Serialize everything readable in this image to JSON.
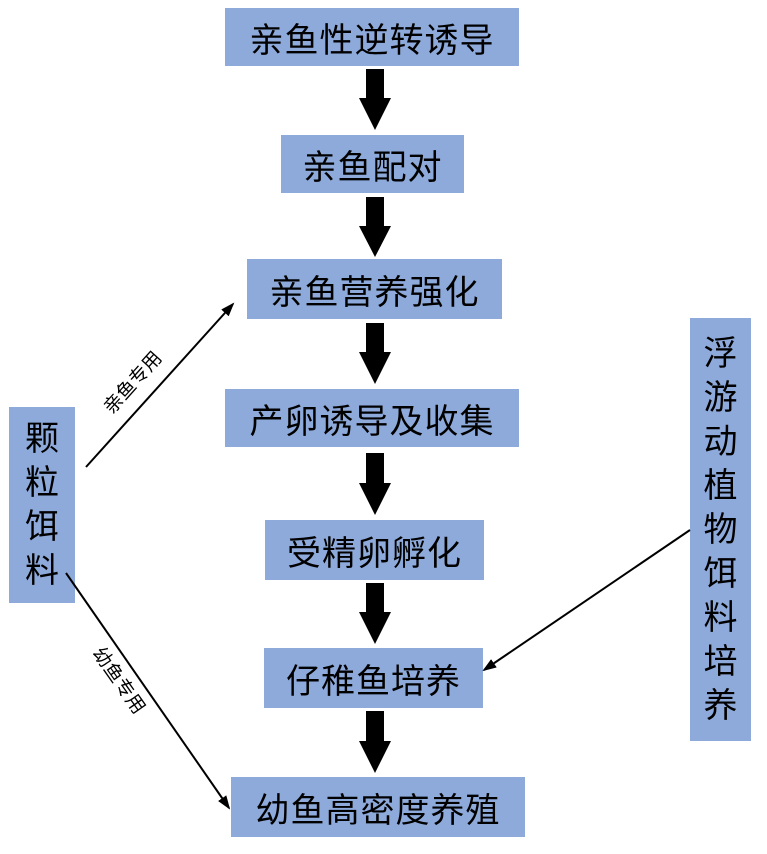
{
  "colors": {
    "box_fill": "#8eaadb",
    "arrow": "#000000",
    "background": "#ffffff"
  },
  "steps": [
    "亲鱼性逆转诱导",
    "亲鱼配对",
    "亲鱼营养强化",
    "产卵诱导及收集",
    "受精卵孵化",
    "仔稚鱼培养",
    "幼鱼高密度养殖"
  ],
  "left_source": {
    "chars": [
      "颗",
      "粒",
      "饵",
      "料"
    ]
  },
  "right_source": {
    "chars": [
      "浮",
      "游",
      "动",
      "植",
      "物",
      "饵",
      "料",
      "培",
      "养"
    ]
  },
  "edge_labels": {
    "to_broodstock": "亲鱼专用",
    "to_juvenile": "幼鱼专用"
  }
}
